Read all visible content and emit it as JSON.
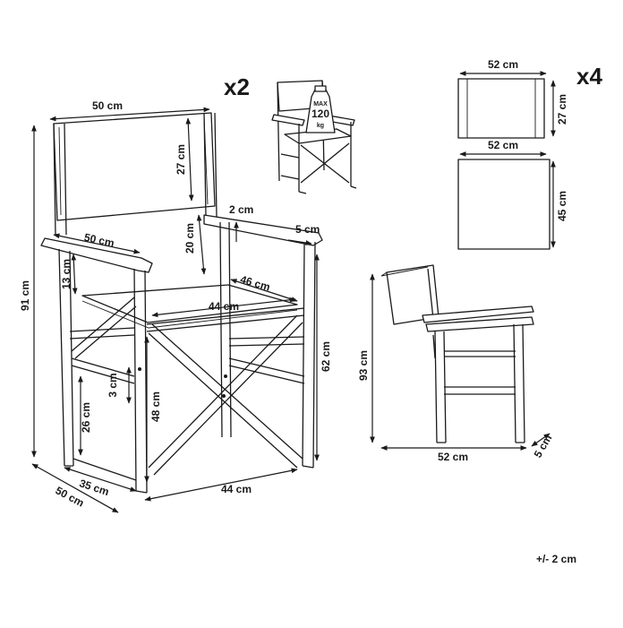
{
  "main_view": {
    "quantity": "x2",
    "dimensions": {
      "seat_back_width": "50 cm",
      "seat_back_height": "27 cm",
      "overall_height": "91 cm",
      "armrest_thickness": "2 cm",
      "armrest_width": "5 cm",
      "armrest_length": "50 cm",
      "armrest_height": "20 cm",
      "armrest_side_gap": "13 cm",
      "seat_depth": "46 cm",
      "seat_width_top": "44 cm",
      "seat_height": "62 cm",
      "leg_gap": "3 cm",
      "cross_height": "48 cm",
      "stretcher_height": "26 cm",
      "base_depth": "35 cm",
      "foot_depth": "50 cm",
      "base_width": "44 cm"
    }
  },
  "load_badge": {
    "label_top": "MAX",
    "value": "120",
    "unit": "kg"
  },
  "cushions": {
    "quantity": "x4",
    "back_width": "52 cm",
    "back_height": "27 cm",
    "seat_width": "52 cm",
    "seat_height": "45 cm"
  },
  "folded_view": {
    "height": "93 cm",
    "width": "52 cm",
    "depth": "5 cm"
  },
  "tolerance": "+/- 2 cm"
}
